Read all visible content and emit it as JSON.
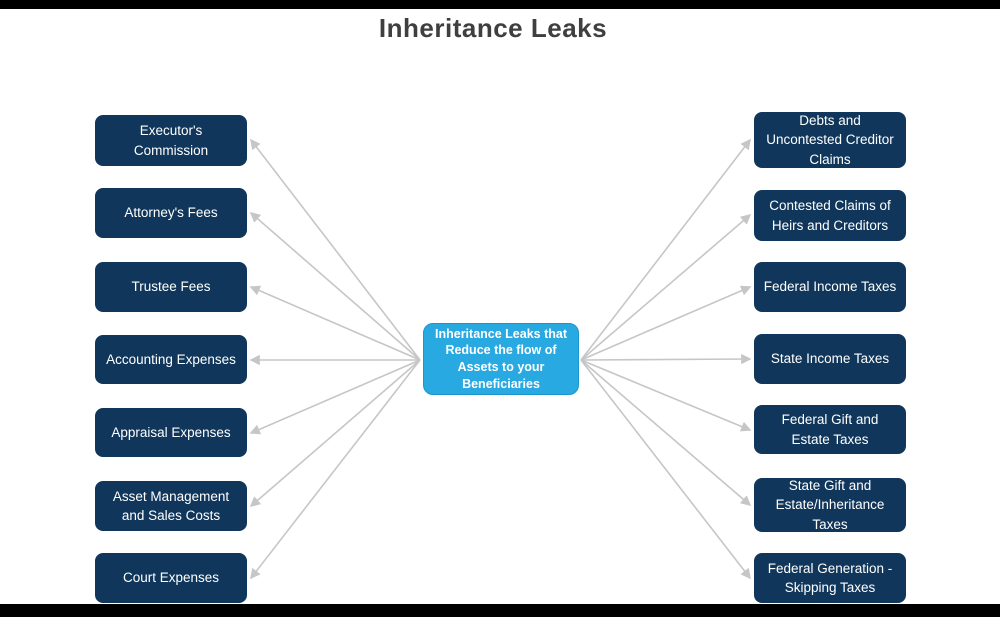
{
  "title": "Inheritance Leaks",
  "colors": {
    "background": "#FFFFFF",
    "frame_bar": "#000000",
    "title_text": "#3F3F3F",
    "side_node_fill": "#10375B",
    "side_node_text": "#FFFFFF",
    "center_node_fill": "#29A9E1",
    "center_node_text": "#FFFFFF",
    "arrow": "#C6C6C6"
  },
  "center_node": {
    "label": [
      "Inheritance Leaks that",
      "Reduce the flow of",
      "Assets to your",
      "Beneficiaries"
    ]
  },
  "left_nodes": [
    {
      "label": [
        "Executor's",
        "Commission"
      ]
    },
    {
      "label": "Attorney's Fees"
    },
    {
      "label": "Trustee Fees"
    },
    {
      "label": "Accounting Expenses"
    },
    {
      "label": "Appraisal Expenses"
    },
    {
      "label": [
        "Asset Management",
        "and Sales Costs"
      ]
    },
    {
      "label": "Court Expenses"
    }
  ],
  "right_nodes": [
    {
      "label": [
        "Debts and",
        "Uncontested Creditor",
        "Claims"
      ]
    },
    {
      "label": [
        "Contested Claims of",
        "Heirs and Creditors"
      ]
    },
    {
      "label": "Federal Income Taxes"
    },
    {
      "label": "State Income Taxes"
    },
    {
      "label": [
        "Federal Gift and",
        "Estate Taxes"
      ]
    },
    {
      "label": [
        "State Gift and",
        "Estate/Inheritance",
        "Taxes"
      ]
    },
    {
      "label": [
        "Federal Generation -",
        "Skipping Taxes"
      ]
    }
  ]
}
